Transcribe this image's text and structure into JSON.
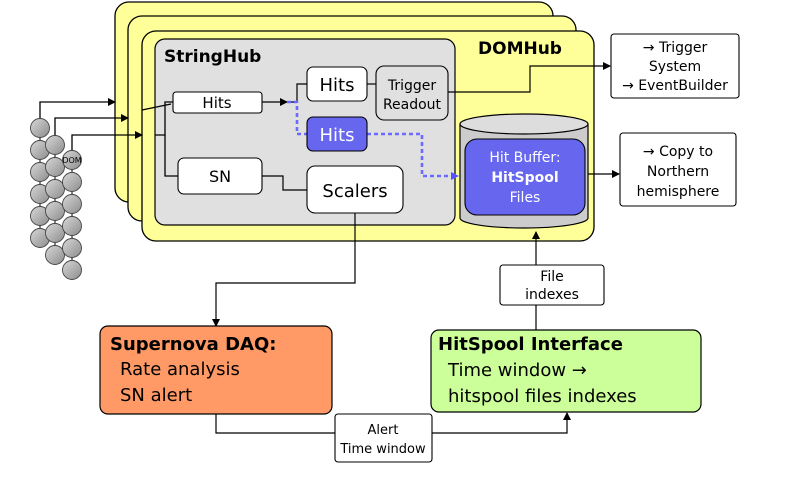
{
  "domhub": {
    "title": "DOMHub"
  },
  "stringhub": {
    "title": "StringHub"
  },
  "dom_label": "DOM",
  "nodes": {
    "hits_in": "Hits",
    "sn_in": "SN",
    "hits_top": "Hits",
    "hits_spool": "Hits",
    "trigger_readout": [
      "Trigger",
      "Readout"
    ],
    "scalers": "Scalers",
    "hit_buffer": {
      "line1": "Hit Buffer:",
      "line2": "HitSpool",
      "line3": "Files"
    }
  },
  "outputs": {
    "trigger_system": [
      "→ Trigger",
      "System",
      "→ EventBuilder"
    ],
    "copy_north": [
      "→ Copy to",
      "Northern",
      "hemisphere"
    ]
  },
  "file_indexes": [
    "File",
    "indexes"
  ],
  "supernova_daq": {
    "title": "Supernova DAQ:",
    "lines": [
      "Rate analysis",
      "SN alert"
    ]
  },
  "hitspool_interface": {
    "title": "HitSpool Interface",
    "lines": [
      "Time window →",
      "hitspool files indexes"
    ]
  },
  "alert_window": [
    "Alert",
    "Time window"
  ],
  "colors": {
    "domhub_fill": "#ffff99",
    "stringhub_fill": "#e0e0e0",
    "highlight_fill": "#6666ee",
    "dashed_path": "#6b6bff",
    "snd_fill": "#ff9966",
    "hsi_fill": "#ccff99",
    "dom_fill": "#b4b4b4"
  }
}
